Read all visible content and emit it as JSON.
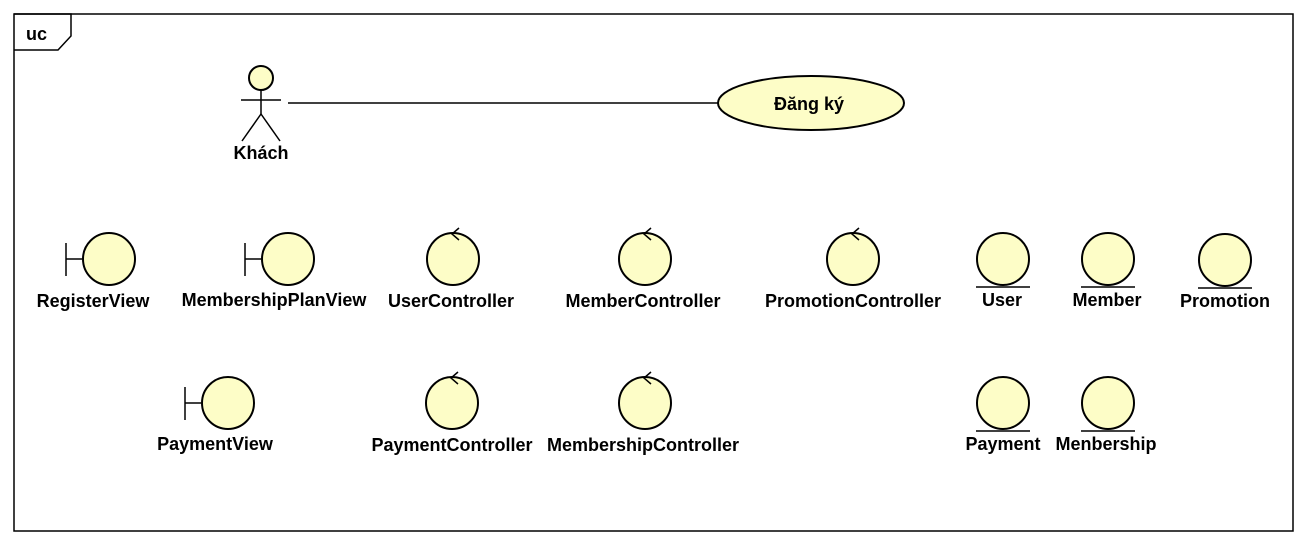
{
  "frame": {
    "label": "uc"
  },
  "actor": {
    "name": "Khách"
  },
  "use_case": {
    "name": "Đăng ký"
  },
  "boundaries": [
    {
      "name": "RegisterView"
    },
    {
      "name": "MembershipPlanView"
    },
    {
      "name": "PaymentView"
    }
  ],
  "controllers": [
    {
      "name": "UserController"
    },
    {
      "name": "MemberController"
    },
    {
      "name": "PromotionController"
    },
    {
      "name": "PaymentController"
    },
    {
      "name": "MembershipController"
    }
  ],
  "entities": [
    {
      "name": "User"
    },
    {
      "name": "Member"
    },
    {
      "name": "Promotion"
    },
    {
      "name": "Payment"
    },
    {
      "name": "Menbership"
    }
  ],
  "colors": {
    "fill": "#fdfdc7",
    "stroke": "#000000",
    "background": "#ffffff"
  }
}
